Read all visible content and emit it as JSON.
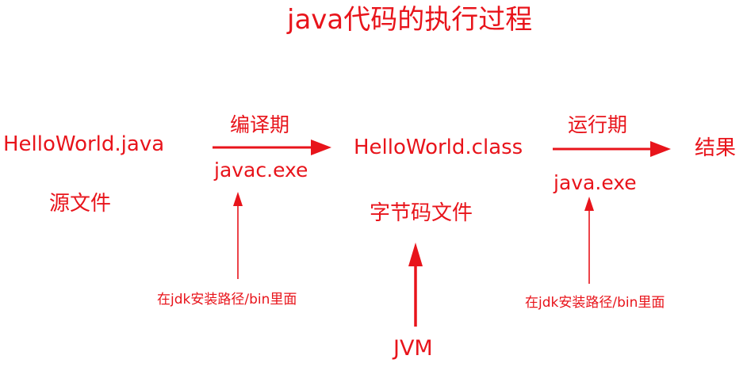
{
  "title": "java代码的执行过程",
  "source": {
    "file": "HelloWorld.java",
    "desc": "源文件"
  },
  "compile": {
    "label": "编译期",
    "tool": "javac.exe",
    "tool_location": "在jdk安装路径/bin里面"
  },
  "bytecode": {
    "file": "HelloWorld.class",
    "desc": "字节码文件",
    "engine": "JVM"
  },
  "run": {
    "label": "运行期",
    "tool": "java.exe",
    "tool_location": "在jdk安装路径/bin里面"
  },
  "result": "结果",
  "colors": {
    "ink": "#e8141b"
  },
  "icons": [
    "arrow-right-icon",
    "arrow-up-icon"
  ]
}
